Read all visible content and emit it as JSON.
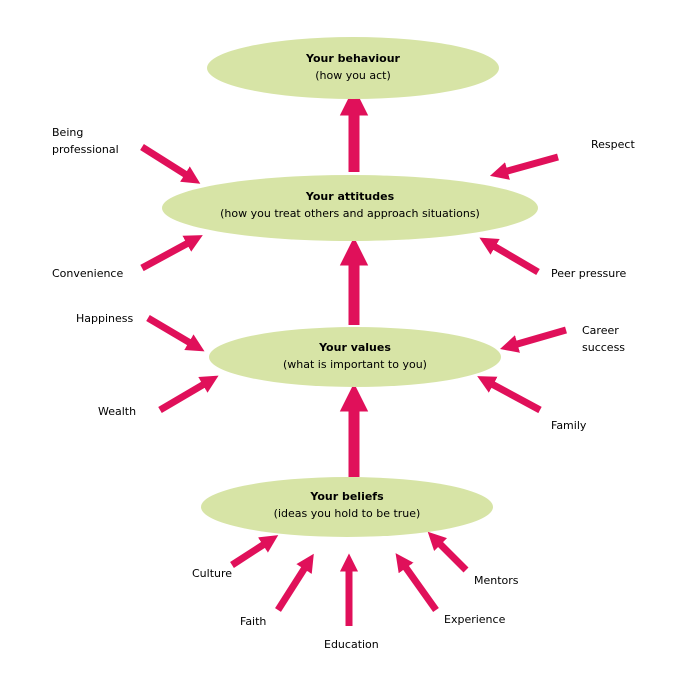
{
  "diagram": {
    "nodes": [
      {
        "id": "behaviour",
        "title": "Your behaviour",
        "subtitle": "(how you act)"
      },
      {
        "id": "attitudes",
        "title": "Your attitudes",
        "subtitle": "(how you treat others and approach situations)"
      },
      {
        "id": "values",
        "title": "Your values",
        "subtitle": "(what is important to you)"
      },
      {
        "id": "beliefs",
        "title": "Your beliefs",
        "subtitle": "(ideas you hold to be true)"
      }
    ],
    "influences": {
      "attitudes": [
        {
          "lines": [
            "Being",
            "professional"
          ]
        },
        {
          "lines": [
            "Respect"
          ]
        },
        {
          "lines": [
            "Convenience"
          ]
        },
        {
          "lines": [
            "Peer pressure"
          ]
        }
      ],
      "values": [
        {
          "lines": [
            "Happiness"
          ]
        },
        {
          "lines": [
            "Career",
            "success"
          ]
        },
        {
          "lines": [
            "Wealth"
          ]
        },
        {
          "lines": [
            "Family"
          ]
        }
      ],
      "beliefs": [
        {
          "lines": [
            "Culture"
          ]
        },
        {
          "lines": [
            "Faith"
          ]
        },
        {
          "lines": [
            "Education"
          ]
        },
        {
          "lines": [
            "Experience"
          ]
        },
        {
          "lines": [
            "Mentors"
          ]
        }
      ]
    },
    "colors": {
      "ellipse_fill": "#D7E4A6",
      "arrow": "#E0105A",
      "text": "#000000"
    }
  }
}
